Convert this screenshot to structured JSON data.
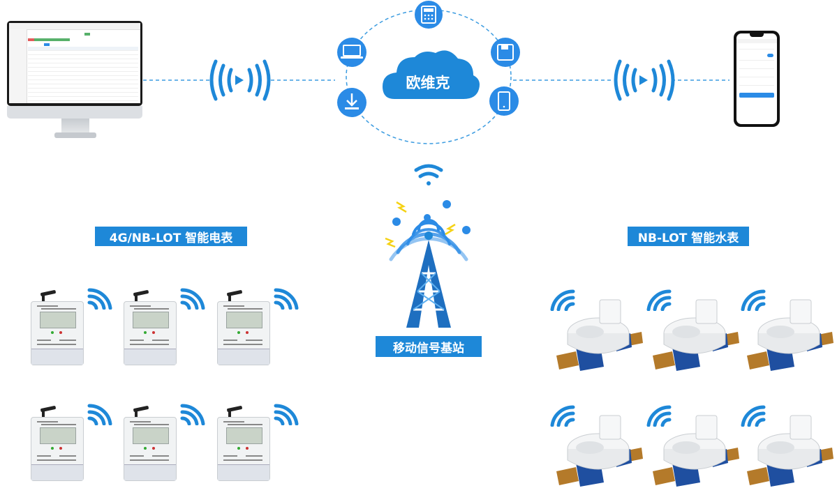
{
  "cloud": {
    "label": "欧维克"
  },
  "labels": {
    "electric": "4G/NB-LOT 智能电表",
    "water": "NB-LOT 智能水表",
    "station": "移动信号基站"
  },
  "colors": {
    "accent": "#1e88d8",
    "icon_blue": "#2b8be6",
    "dash": "#3a9be0",
    "lightning": "#f5d215"
  },
  "icons": [
    "calculator-icon",
    "save-icon",
    "mobile-icon",
    "download-icon",
    "laptop-icon",
    "wifi-icon",
    "tower-icon"
  ]
}
